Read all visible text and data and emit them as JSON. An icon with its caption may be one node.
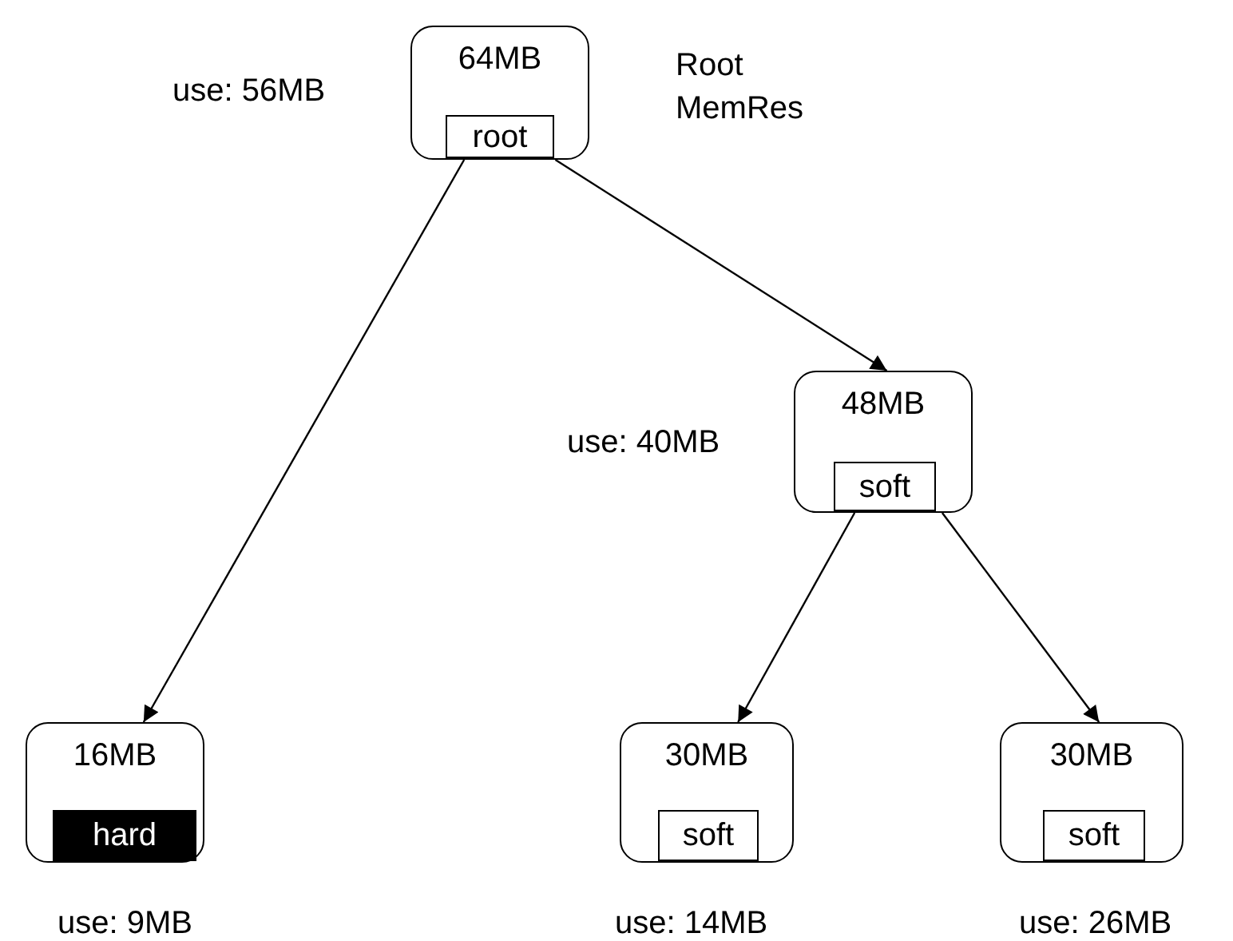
{
  "diagram": {
    "nodes": [
      {
        "text": [
          "64MB"
        ],
        "beside": [
          "use: 56MB",
          "Root MemRes"
        ]
      },
      {
        "text": [
          "root"
        ],
        "in": 0
      },
      {
        "text": [
          "48MB"
        ],
        "beside": [
          "use: 40MB"
        ]
      },
      {
        "text": [
          "soft"
        ],
        "in": 2
      },
      {
        "text": [
          "16MB"
        ],
        "beside": [
          "use: 9MB"
        ]
      },
      {
        "text": [
          "hard"
        ],
        "in": 4
      },
      {
        "text": [
          "30MB"
        ],
        "beside": [
          "use: 14MB"
        ]
      },
      {
        "text": [
          "soft"
        ],
        "in": 6
      },
      {
        "text": [
          "30MB"
        ],
        "beside": [
          "use: 26MB"
        ]
      },
      {
        "text": [
          "soft"
        ],
        "in": 8
      }
    ],
    "edges": [
      {
        "from": 0,
        "to": 4,
        "arrow": "to"
      },
      {
        "from": 0,
        "to": 2,
        "arrow": "to"
      },
      {
        "from": 2,
        "to": 6,
        "arrow": "to"
      },
      {
        "from": 2,
        "to": 8,
        "arrow": "to"
      }
    ]
  }
}
